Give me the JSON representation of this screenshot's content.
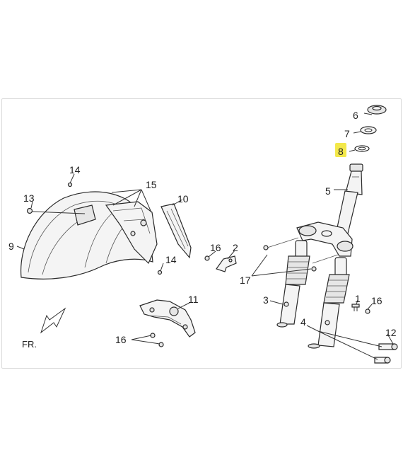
{
  "diagram": {
    "highlight_color": "#f3e84a",
    "direction_label": "FR.",
    "callouts": [
      {
        "id": "c1",
        "text": "1"
      },
      {
        "id": "c2",
        "text": "2"
      },
      {
        "id": "c3",
        "text": "3"
      },
      {
        "id": "c4",
        "text": "4"
      },
      {
        "id": "c5",
        "text": "5"
      },
      {
        "id": "c6",
        "text": "6"
      },
      {
        "id": "c7",
        "text": "7"
      },
      {
        "id": "c8",
        "text": "8",
        "highlighted": true
      },
      {
        "id": "c9",
        "text": "9"
      },
      {
        "id": "c10",
        "text": "10"
      },
      {
        "id": "c11",
        "text": "11"
      },
      {
        "id": "c12",
        "text": "12"
      },
      {
        "id": "c13",
        "text": "13"
      },
      {
        "id": "c14a",
        "text": "14"
      },
      {
        "id": "c14b",
        "text": "14"
      },
      {
        "id": "c15",
        "text": "15"
      },
      {
        "id": "c16a",
        "text": "16"
      },
      {
        "id": "c16b",
        "text": "16"
      },
      {
        "id": "c16c",
        "text": "16"
      },
      {
        "id": "c17",
        "text": "17"
      }
    ]
  }
}
